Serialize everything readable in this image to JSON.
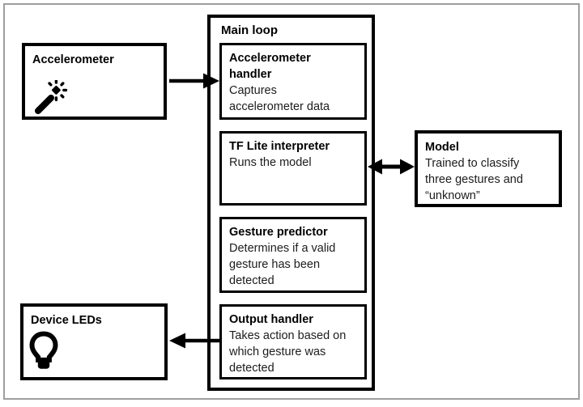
{
  "diagram": {
    "colors": {
      "ink": "#000000",
      "frame_border": "#9e9e9e",
      "background": "#ffffff"
    },
    "accelerometer": {
      "title": "Accelerometer",
      "icon": "magic-wand-icon"
    },
    "device_leds": {
      "title": "Device LEDs",
      "icon": "lightbulb-icon"
    },
    "main_loop": {
      "title": "Main loop",
      "steps": [
        {
          "title": "Accelerometer\nhandler",
          "description": "Captures\naccelerometer data"
        },
        {
          "title": "TF Lite interpreter",
          "description": "Runs the model"
        },
        {
          "title": "Gesture predictor",
          "description": "Determines if a valid\ngesture has been\ndetected"
        },
        {
          "title": "Output handler",
          "description": "Takes action based on\nwhich gesture was\ndetected"
        }
      ]
    },
    "model": {
      "title": "Model",
      "description": "Trained to classify\nthree gestures and\n“unknown”"
    },
    "arrows": [
      "accelerometer-to-handler",
      "interpreter-to-model-bidirectional",
      "output-handler-to-device-leds"
    ]
  }
}
